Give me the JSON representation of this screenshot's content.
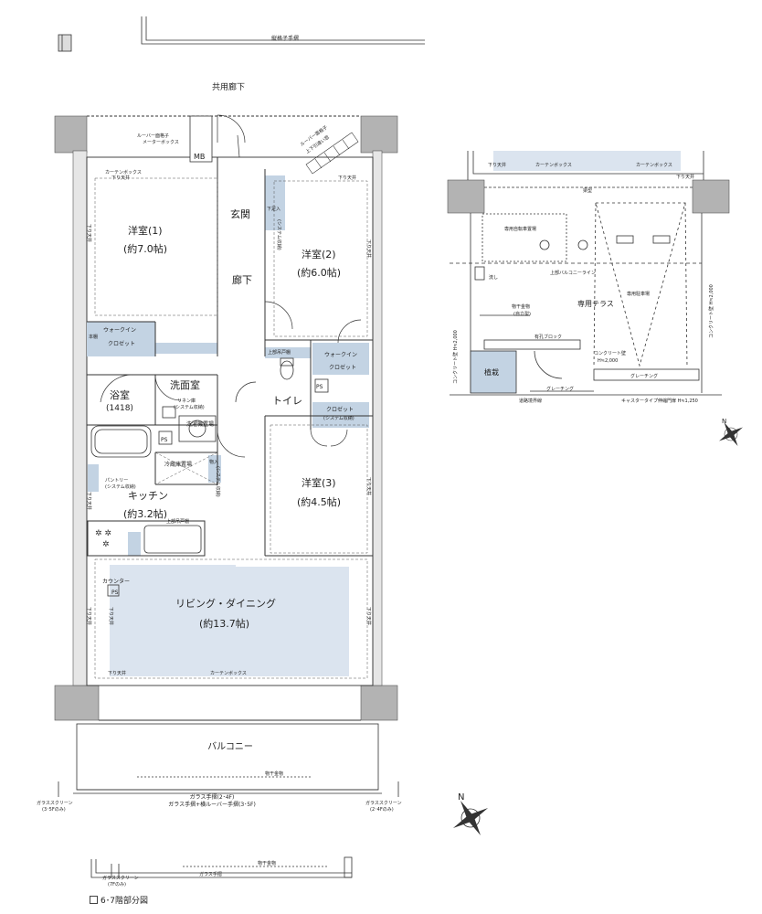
{
  "labels": {
    "top_railing": "縦格子手摺",
    "common_corridor": "共用廊下",
    "louver_grille": "ルーバー面格子",
    "meter_box": "メーターボックス",
    "mb": "MB",
    "louver_grille_2": "ルーバー面格子",
    "lift_door": "上下引違い窓",
    "curtain_box": "カーテンボックス",
    "drop_ceiling": "下り天井",
    "western1": "洋室(1)",
    "western1_size": "(約7.0帖)",
    "genkan": "玄関",
    "shoe_storage": "下足入",
    "shoe_storage_system": "(システム収納)",
    "western2": "洋室(2)",
    "western2_size": "(約6.0帖)",
    "rouka": "廊下",
    "walkin": "ウォークイン",
    "closet": "クロゼット",
    "western_book": "本棚",
    "upper_cabinet": "上部吊戸棚",
    "walkin2": "ウォークイン",
    "closet2": "クロゼット",
    "washroom": "洗面室",
    "bath": "浴室",
    "bath_size": "(1418)",
    "linen": "リネン庫",
    "linen_system": "(システム収納)",
    "washer": "洗濯機置場",
    "toilet": "トイレ",
    "ps": "PS",
    "ps2": "PS",
    "ps3": "PS",
    "closet3": "クロゼット",
    "closet3_system": "(システム収納)",
    "fridge": "冷蔵庫置場",
    "storage": "物入",
    "storage_system": "(システム収納)",
    "pantry": "パントリー",
    "pantry_system": "(システム収納)",
    "kitchen": "キッチン",
    "kitchen_size": "(約3.2帖)",
    "upper_cabinet2": "上部吊戸棚",
    "western3": "洋室(3)",
    "western3_size": "(約4.5帖)",
    "counter": "カウンター",
    "living": "リビング・ダイニング",
    "living_size": "(約13.7帖)",
    "curtain_box2": "カーテンボックス",
    "balcony": "バルコニー",
    "drying_rack": "物干金物",
    "glass_railing": "ガラス手摺(2･4F)",
    "glass_louver": "ガラス手摺+横ルーバー手摺(3･5F)",
    "glass_screen_left": "ガラススクリーン",
    "glass_screen_left_floor": "(3･5Fのみ)",
    "glass_screen_right": "ガラススクリーン",
    "glass_screen_right_floor": "(2･4Fのみ)",
    "lower_drying": "物干金物",
    "lower_screen": "ガラススクリーン",
    "lower_screen_floor": "(7Fのみ)",
    "lower_glass": "ガラス手摺",
    "legend_text": "6･7階部分図",
    "right_curtain1": "カーテンボックス",
    "right_curtain2": "カーテンボックス",
    "right_drop1": "下り天井",
    "right_drop2": "下り天井",
    "right_beam": "梁型",
    "bike": "専用自転車置場",
    "upper_balcony_line": "上部バルコニーライン",
    "sink": "流し",
    "drying": "物干金物",
    "drying_free": "(自立型)",
    "terrace": "専用テラス",
    "parking": "専用駐車場",
    "concrete_wall_left": "コンクリート壁 H≒2,000",
    "concrete_wall_right": "コンクリート壁 H≒2,000",
    "perforated": "有孔ブロック",
    "concrete_wall_mid": "コンクリート壁",
    "concrete_wall_mid_h": "H≒2,000",
    "planting": "植栽",
    "grating1": "グレーチング",
    "grating2": "グレーチング",
    "road_boundary": "道路境界線",
    "caster_gate": "キャスタータイプ伸縮門扉 H≒1,250"
  },
  "colors": {
    "wall": "#b3b3b3",
    "line": "#333333",
    "highlight": "#dbe4ef",
    "storage_fill": "#c3d3e3"
  }
}
